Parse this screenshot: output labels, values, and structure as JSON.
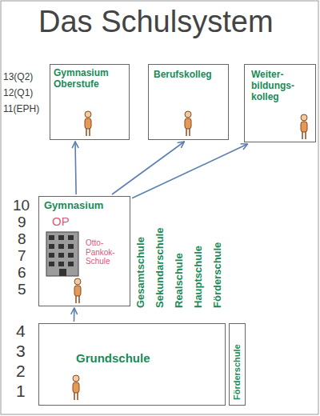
{
  "diagram": {
    "title": "Das Schulsystem",
    "nodes": [
      {
        "text": [
          "Gymnasium Oberstufe"
        ]
      },
      {
        "text": [
          "Berufskolleg"
        ]
      },
      {
        "text": [
          "Weiter- bildungs- kolleg"
        ]
      },
      {
        "text": [
          "Gymnasium",
          "OP",
          "Otto- Pankok- Schule"
        ]
      },
      {
        "text": [
          "Grundschule"
        ]
      },
      {
        "text": [
          "Förderschule"
        ]
      }
    ],
    "edges": [
      {
        "from": 4,
        "to": 3,
        "arrow": "to"
      },
      {
        "from": 3,
        "to": 0,
        "arrow": "to"
      },
      {
        "from": 3,
        "to": 1,
        "arrow": "to"
      },
      {
        "from": 3,
        "to": 2,
        "arrow": "to"
      }
    ],
    "labels": [
      "13(Q2)",
      "12(Q1)",
      "11(EPH)",
      "10",
      "9",
      "8",
      "7",
      "6",
      "5",
      "Gesamtschule",
      "Sekundarschule",
      "Realschule",
      "Hauptschule",
      "Förderschule",
      "4",
      "3",
      "2",
      "1"
    ]
  }
}
